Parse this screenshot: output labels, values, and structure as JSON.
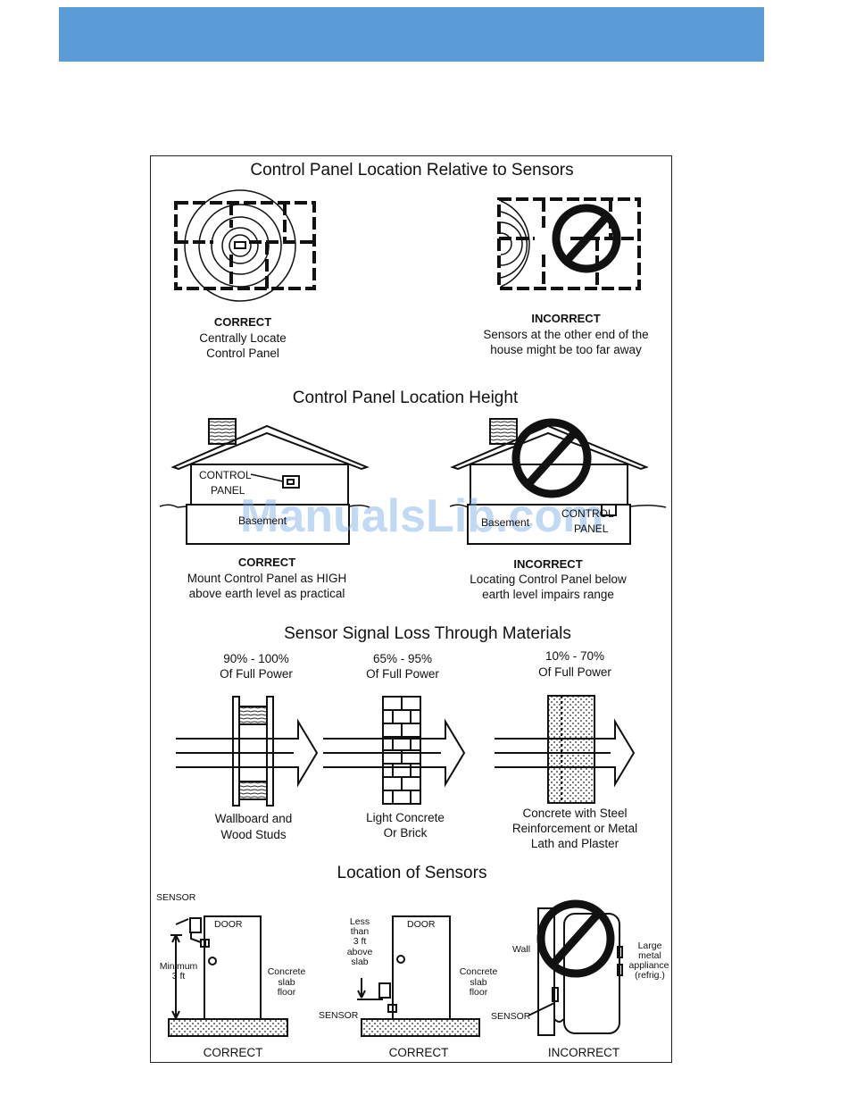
{
  "watermark": "ManualsLib.com",
  "section1": {
    "title": "Control Panel Location Relative to Sensors",
    "correct": {
      "label": "CORRECT",
      "line1": "Centrally Locate",
      "line2": "Control Panel"
    },
    "incorrect": {
      "label": "INCORRECT",
      "line1": "Sensors at the other end of the",
      "line2": "house might be too far away"
    }
  },
  "section2": {
    "title": "Control Panel Location Height",
    "house_left": {
      "control_label_1": "CONTROL",
      "control_label_2": "PANEL",
      "basement": "Basement"
    },
    "house_right": {
      "control_label_1": "CONTROL",
      "control_label_2": "PANEL",
      "basement": "Basement"
    },
    "correct": {
      "label": "CORRECT",
      "line1": "Mount Control Panel as HIGH",
      "line2": "above earth level as practical"
    },
    "incorrect": {
      "label": "INCORRECT",
      "line1": "Locating Control Panel below",
      "line2": "earth level impairs range"
    }
  },
  "section3": {
    "title": "Sensor Signal Loss Through Materials",
    "materials": [
      {
        "power_1": "90% - 100%",
        "power_2": "Of Full Power",
        "name_1": "Wallboard and",
        "name_2": "Wood Studs",
        "name_3": ""
      },
      {
        "power_1": "65% - 95%",
        "power_2": "Of Full Power",
        "name_1": "Light Concrete",
        "name_2": "Or Brick",
        "name_3": ""
      },
      {
        "power_1": "10% - 70%",
        "power_2": "Of Full Power",
        "name_1": "Concrete with Steel",
        "name_2": "Reinforcement or Metal",
        "name_3": "Lath and Plaster"
      }
    ]
  },
  "section4": {
    "title": "Location of Sensors",
    "left": {
      "sensor": "SENSOR",
      "door": "DOOR",
      "min_1": "Minimum",
      "min_2": "3 ft",
      "slab_1": "Concrete",
      "slab_2": "slab",
      "slab_3": "floor",
      "label": "CORRECT"
    },
    "middle": {
      "less_1": "Less",
      "less_2": "than",
      "less_3": "3 ft",
      "less_4": "above",
      "less_5": "slab",
      "door": "DOOR",
      "sensor": "SENSOR",
      "slab_1": "Concrete",
      "slab_2": "slab",
      "slab_3": "floor",
      "label": "CORRECT"
    },
    "right": {
      "wall": "Wall",
      "sensor": "SENSOR",
      "app_1": "Large",
      "app_2": "metal",
      "app_3": "appliance",
      "app_4": "(refrig.)",
      "label": "INCORRECT"
    }
  }
}
